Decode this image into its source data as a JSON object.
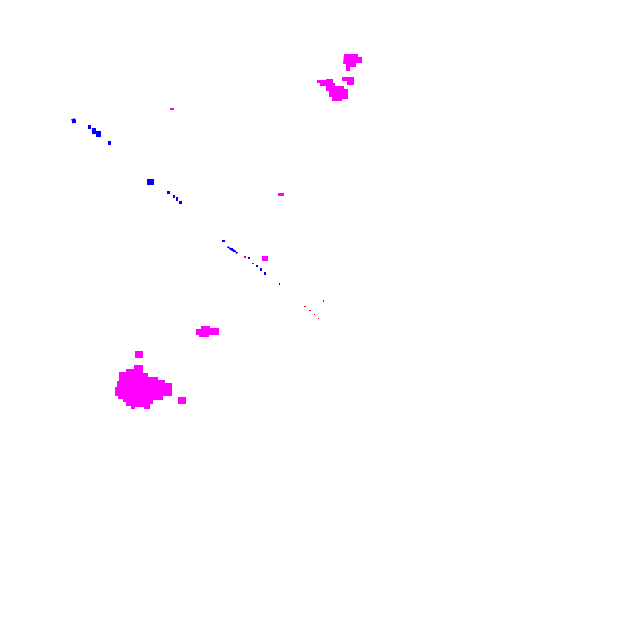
{
  "map": {
    "background": "#ffffff",
    "layers": [
      {
        "id": "blue-linear-features",
        "color": "#0000ff"
      },
      {
        "id": "magenta-area-features",
        "color": "#ff00ff"
      },
      {
        "id": "red-point-features",
        "color": "#ff0000"
      }
    ]
  }
}
